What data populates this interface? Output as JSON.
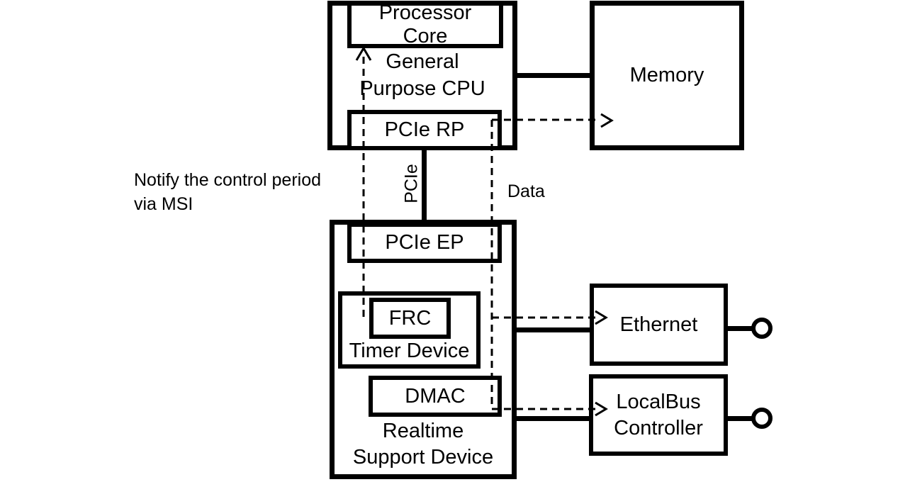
{
  "colors": {
    "background": "#ffffff",
    "ink": "#000000"
  },
  "nodes": {
    "cpu": {
      "line1": "General",
      "line2": "Purpose CPU"
    },
    "processor_core": {
      "line1": "Processor",
      "line2": "Core"
    },
    "pcie_rp": {
      "label": "PCIe RP"
    },
    "memory": {
      "label": "Memory"
    },
    "rsd": {
      "line1": "Realtime",
      "line2": "Support Device"
    },
    "pcie_ep": {
      "label": "PCIe EP"
    },
    "timer": {
      "label": "Timer Device"
    },
    "frc": {
      "label": "FRC"
    },
    "dmac": {
      "label": "DMAC"
    },
    "ethernet": {
      "label": "Ethernet"
    },
    "localbus": {
      "line1": "LocalBus",
      "line2": "Controller"
    }
  },
  "edges": {
    "msi_note": {
      "line1": "Notify the control period",
      "line2": "via MSI"
    },
    "pcie_link": {
      "label": "PCIe"
    },
    "data_link": {
      "label": "Data"
    }
  }
}
